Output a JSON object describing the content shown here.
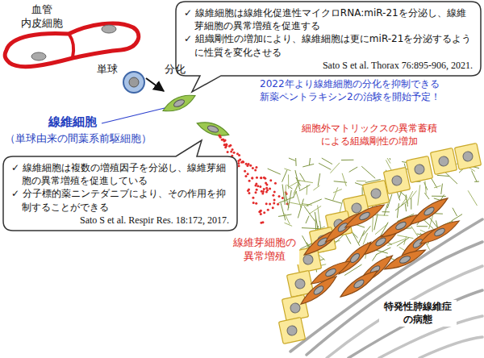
{
  "diagram": {
    "nodes": [
      {
        "text": [
          "✓ 線維細胞は線維化促進性マイクロRNA:miR-21を分泌し、線維芽細胞の異常増殖を促進する",
          "✓ 組織剛性の増加により、線維細胞は更にmiR-21を分泌するように性質を変化させる",
          "Sato S et al. Thorax 76:895-906, 2021."
        ]
      },
      {
        "text": [
          "✓ 線維細胞は複数の増殖因子を分泌し、線維芽細胞の異常増殖を促進している",
          "✓ 分子標的薬ニンテダニブにより、その作用を抑制することができる",
          "Sato S et al. Respir Res. 18:172, 2017."
        ]
      }
    ],
    "labels": [
      "血管 内皮細胞",
      "単球",
      "分化",
      "線維細胞",
      "（単球由来の間葉系前駆細胞）",
      "2022年より線維細胞の分化を抑制できる新薬ペントラキシン2の治験を開始予定！",
      "細胞外マトリックスの異常蓄積による組織剛性の増加",
      "線維芽細胞の異常増殖",
      "特発性肺線維症の病態"
    ]
  }
}
